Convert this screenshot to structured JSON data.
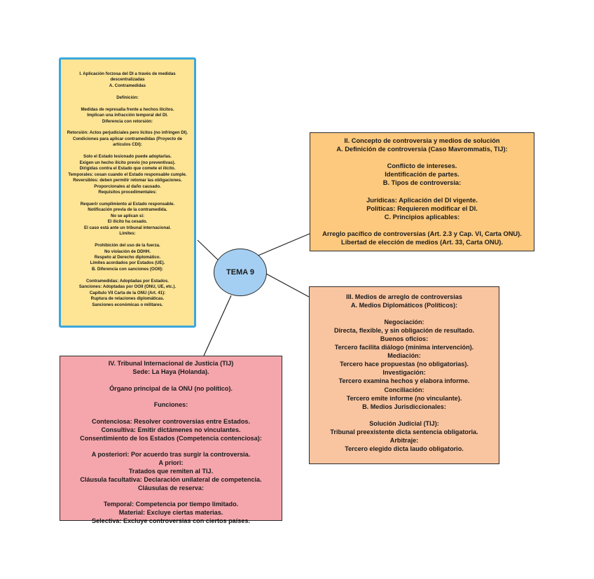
{
  "center": {
    "label": "TEMA 9"
  },
  "colors": {
    "box1_fill": "#fde595",
    "box1_border": "#3aa7dc",
    "box2_fill": "#fcc97e",
    "box3_fill": "#f9c4a0",
    "box4_fill": "#f4a6ac",
    "center_fill": "#a4cff2"
  },
  "box1": {
    "lines": [
      "I. Aplicación forzosa del DI a través de medidas",
      "descentralizadas",
      "A. Contramedidas",
      "",
      "Definición:",
      "",
      "Medidas de represalia frente a hechos ilícitos.",
      "Implican una infracción temporal del DI.",
      "Diferencia con retorsión:",
      "",
      "Retorsión: Actos perjudiciales pero lícitos (no infringen DI).",
      "Condiciones para aplicar contramedidas (Proyecto de",
      "artículos CDI):",
      "",
      "Solo el Estado lesionado puede adoptarlas.",
      "Exigen un hecho ilícito previo (no preventivas).",
      "Dirigidas contra el Estado que comete el ilícito.",
      "Temporales: cesan cuando el Estado responsable cumple.",
      "Reversibles: deben permitir retomar las obligaciones.",
      "Proporcionales al daño causado.",
      "Requisitos procedimentales:",
      "",
      "Requerir cumplimiento al Estado responsable.",
      "Notificación previa de la contramedida.",
      "No se aplican si:",
      "El ilícito ha cesado.",
      "El caso está ante un tribunal internacional.",
      "Límites:",
      "",
      "Prohibición del uso de la fuerza.",
      "No violación de DDHH.",
      "Respeto al Derecho diplomático.",
      "Límites acordados por Estados (UE).",
      "B. Diferencia con sanciones (OOII):",
      "",
      "Contramedidas: Adoptadas por Estados.",
      "Sanciones: Adoptadas por OOII (ONU, UE, etc.).",
      "Capítulo VII Carta de la ONU (Art. 41):",
      "Ruptura de relaciones diplomáticas.",
      "Sanciones económicas o militares."
    ]
  },
  "box2": {
    "lines": [
      "II. Concepto de controversia y medios de solución",
      "A. Definición de controversia (Caso Mavrommatis, TIJ):",
      "",
      "Conflicto de intereses.",
      "Identificación de partes.",
      "B. Tipos de controversia:",
      "",
      "Jurídicas: Aplicación del DI vigente.",
      "Políticas: Requieren modificar el DI.",
      "C. Principios aplicables:",
      "",
      "Arreglo pacífico de controversias (Art. 2.3 y Cap. VI, Carta ONU).",
      "Libertad de elección de medios (Art. 33, Carta ONU)."
    ]
  },
  "box3": {
    "lines": [
      "III. Medios de arreglo de controversias",
      "A. Medios Diplomáticos (Políticos):",
      "",
      "Negociación:",
      "Directa, flexible, y sin obligación de resultado.",
      "Buenos oficios:",
      "Tercero facilita diálogo (mínima intervención).",
      "Mediación:",
      "Tercero hace propuestas (no obligatorias).",
      "Investigación:",
      "Tercero examina hechos y elabora informe.",
      "Conciliación:",
      "Tercero emite informe (no vinculante).",
      "B. Medios Jurisdiccionales:",
      "",
      "Solución Judicial (TIJ):",
      "Tribunal preexistente dicta sentencia obligatoria.",
      "Arbitraje:",
      "Tercero elegido dicta laudo obligatorio."
    ]
  },
  "box4": {
    "lines": [
      "IV. Tribunal Internacional de Justicia (TIJ)",
      "Sede: La Haya (Holanda).",
      "",
      "Órgano principal de la ONU (no político).",
      "",
      "Funciones:",
      "",
      "Contenciosa: Resolver controversias entre Estados.",
      "Consultiva: Emitir dictámenes no vinculantes.",
      "Consentimiento de los Estados (Competencia contenciosa):",
      "",
      "A posteriori: Por acuerdo tras surgir la controversia.",
      "A priori:",
      "Tratados que remiten al TIJ.",
      "Cláusula facultativa: Declaración unilateral de competencia.",
      "Cláusulas de reserva:",
      "",
      "Temporal: Competencia por tiempo limitado.",
      "Material: Excluye ciertas materias.",
      "Selectiva: Excluye controversias con ciertos países."
    ]
  }
}
